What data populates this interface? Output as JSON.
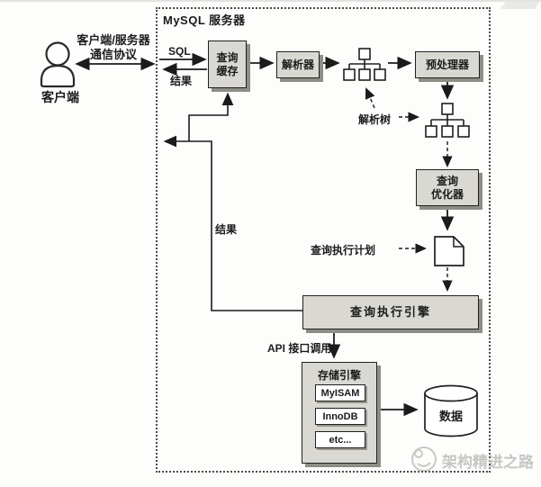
{
  "client": {
    "label": "客户端",
    "protocol_line1": "客户端/服务器",
    "protocol_line2": "通信协议"
  },
  "server": {
    "title": "MySQL 服务器"
  },
  "edges": {
    "sql": "SQL",
    "result_top": "结果",
    "result_mid": "结果",
    "api_call": "API 接口调用"
  },
  "annotations": {
    "parse_tree": "解析树",
    "execution_plan": "查询执行计划"
  },
  "nodes": {
    "query_cache_line1": "查询",
    "query_cache_line2": "缓存",
    "parser": "解析器",
    "preprocessor": "预处理器",
    "optimizer_line1": "查询",
    "optimizer_line2": "优化器",
    "execution_engine": "查询执行引擎",
    "storage_engine_title": "存储引擎",
    "storage_engines": [
      "MyISAM",
      "InnoDB",
      "etc..."
    ],
    "data_store": "数据"
  },
  "watermark": {
    "text": "架构精进之路"
  },
  "colors": {
    "box_fill": "#d9d8d3",
    "box_shadow": "#8e8d86",
    "border": "#20201e",
    "watermark": "#c6c6c4"
  }
}
